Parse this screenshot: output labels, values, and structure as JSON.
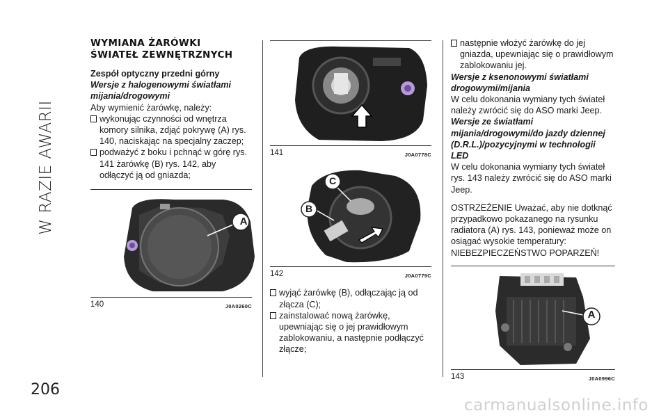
{
  "side_title": "W RAZIE AWARII",
  "page_number": "206",
  "col1": {
    "heading": "WYMIANA ŻARÓWKI ŚWIATEŁ ZEWNĘTRZNYCH",
    "subheading": "Zespół optyczny przedni górny",
    "subheading_italic": "Wersje z halogenowymi światłami mijania/drogowymi",
    "intro": "Aby wymienić żarówkę, należy:",
    "step1": "wykonując czynności od wnętrza komory silnika, zdjąć pokrywę (A) rys. 140, naciskając na specjalny zaczep;",
    "step2": "podważyć z boku i pchnąć w górę rys. 141 żarówkę (B) rys. 142, aby odłączyć ją od gniazda;",
    "fig_num": "140",
    "fig_code": "J0A0260C",
    "callout": "A"
  },
  "col2": {
    "fig141_num": "141",
    "fig141_code": "J0A0778C",
    "fig142_num": "142",
    "fig142_code": "J0A0779C",
    "callout_b": "B",
    "callout_c": "C",
    "step3": "wyjąć żarówkę (B), odłączając ją od złącza (C);",
    "step4": "zainstalować nową żarówkę, upewniając się o jej prawidłowym zablokowaniu, a następnie podłączyć złącze;"
  },
  "col3": {
    "step5": "następnie włożyć żarówkę do jej gniazda, upewniając się o prawidłowym zablokowaniu jej.",
    "sub1": "Wersje z ksenonowymi światłami drogowymi/mijania",
    "text1": "W celu dokonania wymiany tych świateł należy zwrócić się do ASO marki Jeep.",
    "sub2": "Wersje ze światłami mijania/drogowymi/do jazdy dziennej (D.R.L.)/pozycyjnymi w technologii LED",
    "text2": "W celu dokonania wymiany tych świateł rys. 143 należy zwrócić się do ASO marki Jeep.",
    "warning": "OSTRZEŻENIE Uważać, aby nie dotknąć przypadkowo pokazanego na rysunku radiatora (A) rys. 143, ponieważ może on osiągać wysokie temperatury: NIEBEZPIECZEŃSTWO POPARZEŃ!",
    "fig_num": "143",
    "fig_code": "J0A0996C",
    "callout": "A"
  },
  "watermark": "carmanualsonline.info"
}
